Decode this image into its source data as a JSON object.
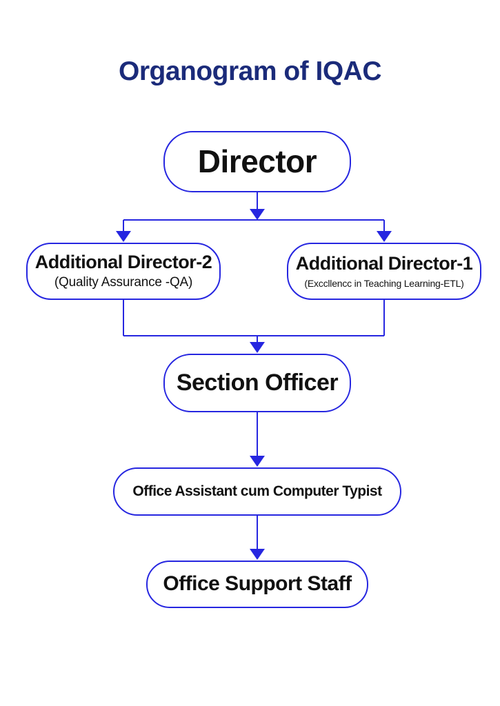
{
  "title": "Organogram of IQAC",
  "colors": {
    "title_text": "#1b2b7a",
    "line": "#2626e0",
    "box_border": "#2626e0",
    "box_text": "#111111",
    "background": "#ffffff"
  },
  "chart_data": {
    "type": "organogram",
    "title": "Organogram of IQAC",
    "nodes": [
      {
        "id": "director",
        "label": "Director",
        "sublabel": ""
      },
      {
        "id": "additional-director-2",
        "label": "Additional Director-2",
        "sublabel": "(Quality Assurance -QA)"
      },
      {
        "id": "additional-director-1",
        "label": "Additional Director-1",
        "sublabel": "(Exccllencc in Teaching Learning-ETL)"
      },
      {
        "id": "section-officer",
        "label": "Section Officer",
        "sublabel": ""
      },
      {
        "id": "office-assistant",
        "label": "Office Assistant cum Computer Typist",
        "sublabel": ""
      },
      {
        "id": "office-support-staff",
        "label": "Office Support Staff",
        "sublabel": ""
      }
    ],
    "edges": [
      {
        "from": "director",
        "to": "additional-director-2"
      },
      {
        "from": "director",
        "to": "additional-director-1"
      },
      {
        "from": "additional-director-2",
        "to": "section-officer"
      },
      {
        "from": "additional-director-1",
        "to": "section-officer"
      },
      {
        "from": "section-officer",
        "to": "office-assistant"
      },
      {
        "from": "office-assistant",
        "to": "office-support-staff"
      }
    ]
  }
}
